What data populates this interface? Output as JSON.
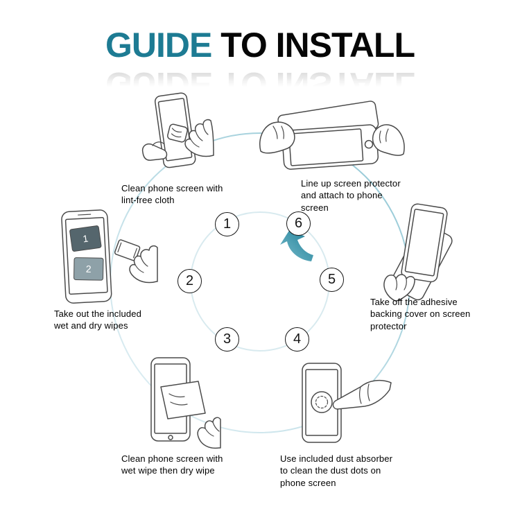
{
  "title": {
    "accent_text": "GUIDE",
    "rest_text": " TO INSTALL"
  },
  "colors": {
    "accent": "#1d7b93",
    "arrow": "#2a8aa2",
    "ring": "#bcdae4",
    "ring_inner": "#d8eaef",
    "ink": "#141414"
  },
  "steps": [
    {
      "num": "1",
      "caption": "Clean phone screen with\nlint-free cloth"
    },
    {
      "num": "2",
      "caption": "Take out the included\nwet and dry wipes"
    },
    {
      "num": "3",
      "caption": "Clean phone screen with\nwet wipe then dry wipe"
    },
    {
      "num": "4",
      "caption": "Use included dust absorber\nto clean the dust dots on\nphone screen"
    },
    {
      "num": "5",
      "caption": "Take off the adhesive\nbacking cover on screen\nprotector"
    },
    {
      "num": "6",
      "caption": "Line up screen protector\nand attach to phone\nscreen"
    }
  ],
  "illustration_labels": {
    "wipes_packet_1": "1",
    "wipes_packet_2": "2"
  }
}
